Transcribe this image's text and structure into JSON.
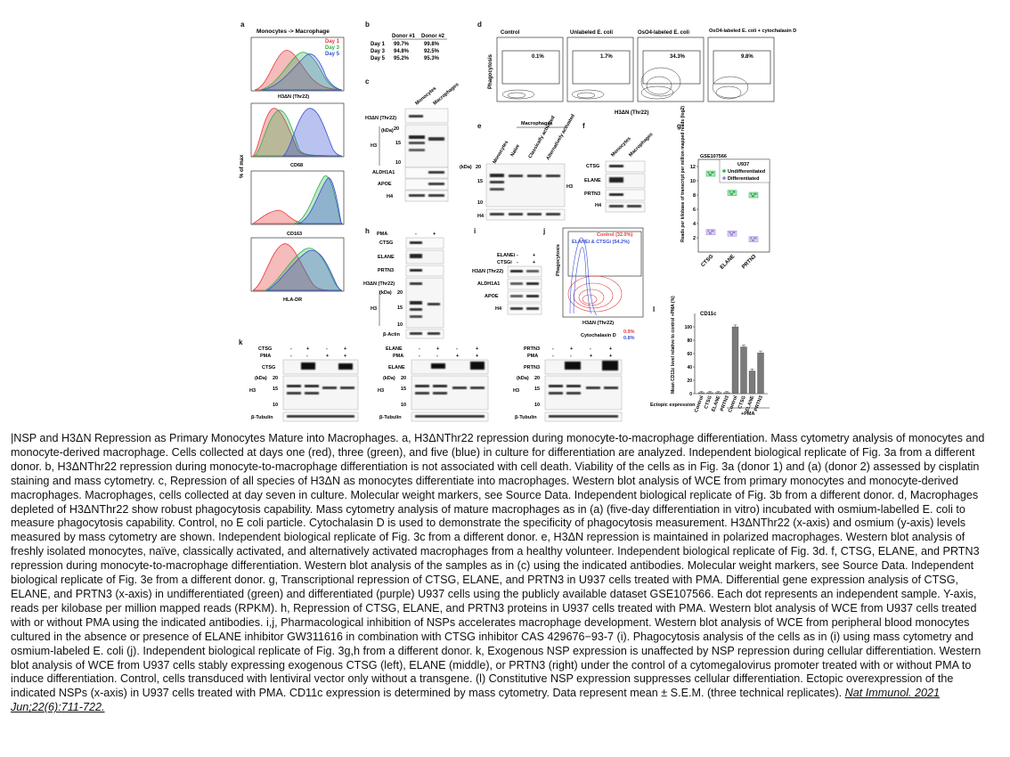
{
  "panel_letters": [
    "a",
    "b",
    "c",
    "d",
    "e",
    "f",
    "g",
    "h",
    "i",
    "j",
    "k",
    "l"
  ],
  "panel_a": {
    "title": "Monocytes -> Macrophage",
    "legend": [
      "Day 1",
      "Day 3",
      "Day 5"
    ],
    "legend_colors": [
      "#e53b3b",
      "#2bb24c",
      "#3a4fd4"
    ],
    "y_label": "% of max",
    "x_labels": [
      "H3ΔN (Thr22)",
      "CD68",
      "CD163",
      "HLA-DR"
    ]
  },
  "panel_b": {
    "headers": [
      "",
      "Donor #1",
      "Donor #2"
    ],
    "rows": [
      [
        "Day 1",
        "99.7%",
        "99.8%"
      ],
      [
        "Day 3",
        "94.8%",
        "92.5%"
      ],
      [
        "Day 5",
        "95.2%",
        "95.3%"
      ]
    ]
  },
  "panel_c": {
    "columns": [
      "Monocytes",
      "Macrophages"
    ],
    "rows": [
      "H3ΔN (Thr22)",
      "ALDH1A1",
      "APOE",
      "H4"
    ],
    "h3_label": "H3",
    "kda_label": "(kDa)",
    "mw": [
      "20",
      "15",
      "10"
    ]
  },
  "panel_d": {
    "titles": [
      "Control",
      "Unlabeled E. coli",
      "OsO4-labeled E. coli",
      "OsO4-labeled E. coli + cytochalasin D"
    ],
    "percents": [
      "0.1%",
      "1.7%",
      "34.3%",
      "9.8%"
    ],
    "y_label": "Phagocytosis",
    "x_label": "H3ΔN (Thr22)"
  },
  "panel_e": {
    "group_label": "Macrophages",
    "columns": [
      "Monocytes",
      "Naïve",
      "Classically activated",
      "Alternatively activated"
    ],
    "kda_label": "(kDa)",
    "mw": [
      "20",
      "15",
      "10"
    ],
    "h3_label": "H3",
    "h4_label": "H4"
  },
  "panel_f": {
    "columns": [
      "Monocytes",
      "Macrophages"
    ],
    "rows": [
      "CTSG",
      "ELANE",
      "PRTN3",
      "H4"
    ]
  },
  "panel_g": {
    "dataset": "GSE107566",
    "legend_title": "U937",
    "legend": [
      "Undifferentiated",
      "Differentiated"
    ],
    "legend_colors": [
      "#2bb24c",
      "#9a7fd6"
    ],
    "y_label": "Reads per kilobase of transcript per million mapped reads (log2)",
    "categories": [
      "CTSG",
      "ELANE",
      "PRTN3"
    ],
    "yticks": [
      "12",
      "10",
      "8",
      "6",
      "4",
      "2"
    ]
  },
  "panel_h": {
    "pma_label": "PMA",
    "pma_values": [
      "-",
      "+"
    ],
    "rows": [
      "CTSG",
      "ELANE",
      "PRTN3",
      "H3ΔN (Thr22)",
      "β-Actin"
    ],
    "kda_label": "(kDa)",
    "mw": [
      "20",
      "15",
      "10"
    ],
    "h3_label": "H3"
  },
  "panel_i": {
    "treatments": [
      [
        "ELANEi",
        "-",
        "+"
      ],
      [
        "CTSGi",
        "-",
        "+"
      ]
    ],
    "rows": [
      "H3ΔN (Thr22)",
      "ALDH1A1",
      "APOE",
      "H4"
    ]
  },
  "panel_j": {
    "legend": [
      "Control (32.0%)",
      "ELANEi & CTSGi (54.2%)"
    ],
    "legend_colors": [
      "#e53b3b",
      "#3a4fd4"
    ],
    "y_label": "Phagocytosis",
    "x_label": "H3ΔN (Thr22)",
    "cyto_label": "Cytochalasin D",
    "cyto_values": [
      "0.9%",
      "0.8%"
    ]
  },
  "panel_k": {
    "blots": [
      {
        "gene": "CTSG",
        "rows": [
          "CTSG",
          "PMA"
        ]
      },
      {
        "gene": "ELANE",
        "rows": [
          "ELANE",
          "PMA"
        ]
      },
      {
        "gene": "PRTN3",
        "rows": [
          "PRTN3",
          "PMA"
        ]
      }
    ],
    "treat_top": [
      "-",
      "+",
      "-",
      "+"
    ],
    "treat_pma": [
      "-",
      "-",
      "+",
      "+"
    ],
    "kda_label": "(kDa)",
    "mw": [
      "20",
      "15",
      "10"
    ],
    "h3_label": "H3",
    "loading": "β-Tubulin"
  },
  "panel_l": {
    "title": "CD11c",
    "y_label": "Mean CD11c level relative to control +PMA (%)",
    "yticks": [
      "100",
      "80",
      "60",
      "40",
      "20",
      "0"
    ],
    "x_title": "Ectopic expression",
    "pma_label": "+PMA",
    "categories": [
      "Control",
      "CTSG",
      "ELANE",
      "PRTN3",
      "Control",
      "CTSG",
      "ELANE",
      "PRTN3"
    ]
  },
  "chart_data": [
    {
      "type": "bar",
      "panel": "l",
      "title": "CD11c",
      "categories": [
        "Control",
        "CTSG",
        "ELANE",
        "PRTN3",
        "Control",
        "CTSG",
        "ELANE",
        "PRTN3"
      ],
      "values": [
        1.5,
        1.5,
        1.5,
        1.5,
        100,
        70,
        34,
        61
      ],
      "errors": [
        0.5,
        0.5,
        0.5,
        0.5,
        1.5,
        1.5,
        1.5,
        1.5
      ],
      "ylim": [
        0,
        120
      ],
      "ylabel": "Mean CD11c level relative to control +PMA (%)",
      "xlabel": "Ectopic expression"
    },
    {
      "type": "scatter",
      "panel": "g",
      "title": "GSE107566",
      "categories": [
        "CTSG",
        "ELANE",
        "PRTN3"
      ],
      "series": [
        {
          "name": "Undifferentiated",
          "values": [
            11.0,
            8.3,
            8.0
          ]
        },
        {
          "name": "Differentiated",
          "values": [
            2.8,
            2.6,
            1.8
          ]
        }
      ],
      "ylim": [
        0,
        13
      ],
      "ylabel": "Reads per kilobase of transcript per million mapped reads (log2)"
    }
  ],
  "caption": {
    "text": "|NSP and H3ΔN Repression as Primary Monocytes Mature into Macrophages. a, H3ΔNThr22 repression during monocyte-to-macrophage differentiation. Mass cytometry analysis of monocytes and monocyte-derived macrophage. Cells collected at days one (red), three (green), and five (blue) in culture for differentiation are analyzed. Independent biological replicate of Fig. 3a from a different donor. b, H3ΔNThr22 repression during monocyte-to-macrophage differentiation is not associated with cell death. Viability of the cells as in Fig. 3a (donor 1) and (a) (donor 2) assessed by cisplatin staining and mass cytometry. c, Repression of all species of H3ΔN as monocytes differentiate into macrophages. Western blot analysis of WCE from primary monocytes and monocyte-derived macrophages. Macrophages, cells collected at day seven in culture. Molecular weight markers, see Source Data. Independent biological replicate of Fig. 3b from a different donor. d, Macrophages depleted of H3ΔNThr22 show robust phagocytosis capability. Mass cytometry analysis of mature macrophages as in (a) (five-day differentiation in vitro) incubated with osmium-labelled E. coli to measure phagocytosis capability. Control, no E coli particle. Cytochalasin D is used to demonstrate the specificity of phagocytosis measurement. H3ΔNThr22 (x-axis) and osmium (y-axis) levels measured by mass cytometry are shown. Independent biological replicate of Fig. 3c from a different donor. e, H3ΔN repression is maintained in polarized macrophages. Western blot analysis of freshly isolated monocytes, naïve, classically activated, and alternatively activated macrophages from a healthy volunteer. Independent biological replicate of Fig. 3d. f, CTSG, ELANE, and PRTN3 repression during monocyte-to-macrophage differentiation. Western blot analysis of the samples as in (c) using the indicated antibodies. Molecular weight markers, see Source Data. Independent biological replicate of Fig. 3e from a different donor. g, Transcriptional repression of CTSG, ELANE, and PRTN3 in U937 cells treated with PMA. Differential gene expression analysis of CTSG, ELANE, and PRTN3 (x-axis) in undifferentiated (green) and differentiated (purple) U937 cells using the publicly available dataset GSE107566. Each dot represents an independent sample. Y-axis, reads per kilobase per million mapped reads (RPKM). h, Repression of CTSG, ELANE, and PRTN3 proteins in U937 cells treated with PMA. Western blot analysis of WCE from U937 cells treated with or without PMA using the indicated antibodies. i,j, Pharmacological inhibition of NSPs accelerates macrophage development. Western blot analysis of WCE from peripheral blood monocytes cultured in the absence or presence of ELANE inhibitor GW311616 in combination with CTSG inhibitor CAS 429676−93-7 (i). Phagocytosis analysis of the cells as in (i) using mass cytometry and osmium-labeled E. coli (j). Independent biological replicate of Fig. 3g,h from a different donor. k, Exogenous NSP expression is unaffected by NSP repression during cellular differentiation. Western blot analysis of WCE from U937 cells stably expressing exogenous CTSG (left), ELANE (middle), or PRTN3 (right) under the control of a cytomegalovirus promoter treated with or without PMA to induce differentiation. Control, cells transduced with lentiviral vector only without a transgene. (l) Constitutive NSP expression suppresses cellular differentiation. Ectopic overexpression of the indicated NSPs (x-axis) in U937 cells treated with PMA. CD11c expression is determined by mass cytometry. Data represent mean ± S.E.M. (three technical replicates).",
    "citation": "Nat Immunol. 2021 Jun;22(6):711-722."
  }
}
